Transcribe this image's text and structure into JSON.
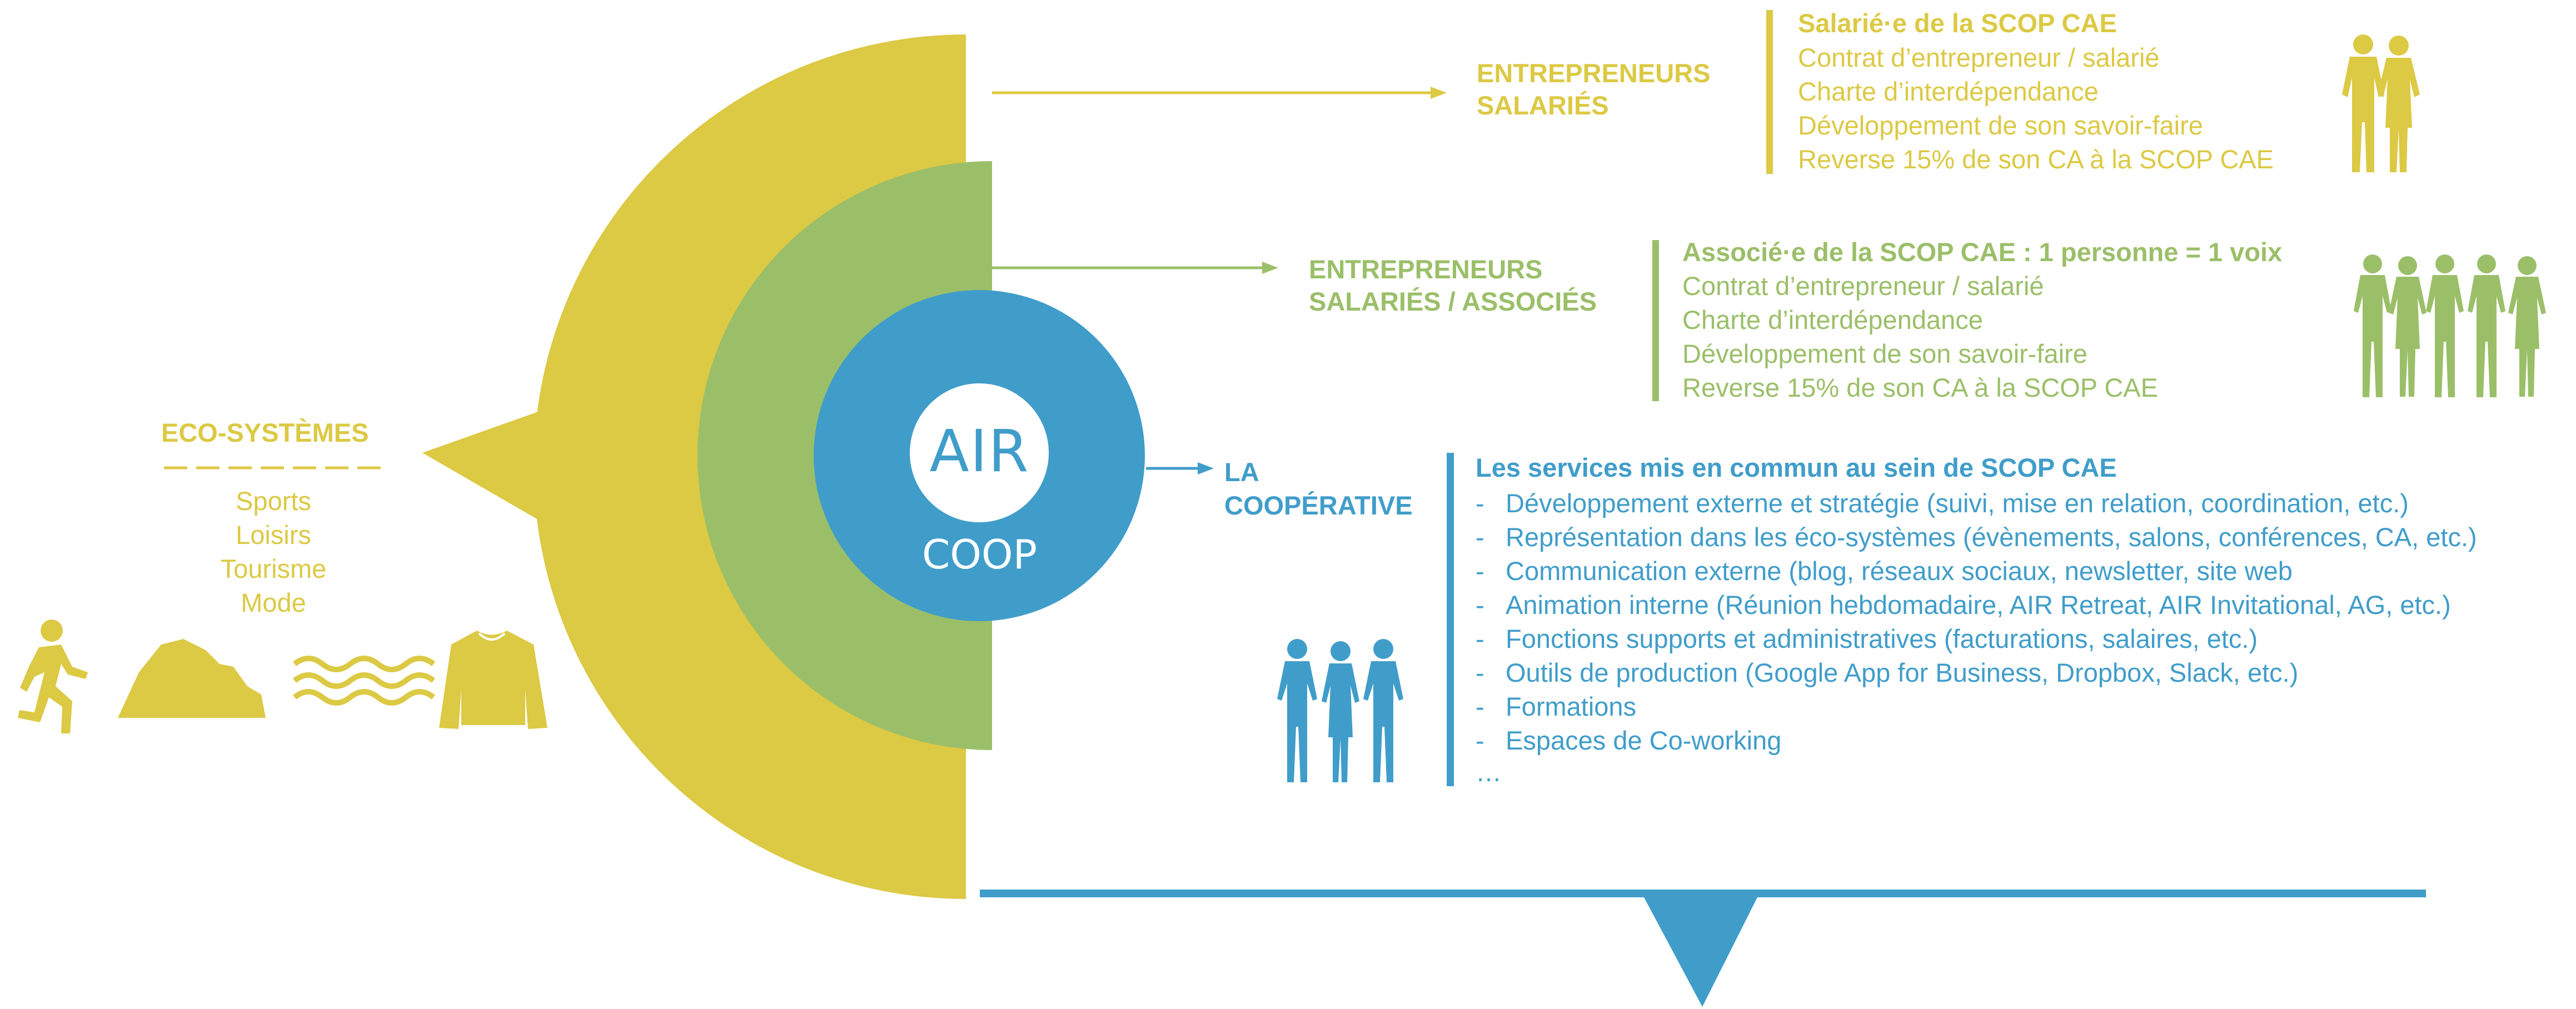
{
  "colors": {
    "yellow": "#DCC944",
    "green": "#9BBF69",
    "blue": "#409DCA"
  },
  "logo": {
    "top": "AIR",
    "bottom": "COOP"
  },
  "ecosystems": {
    "title": "ECO-SYSTÈMES",
    "items": [
      "Sports",
      "Loisirs",
      "Tourisme",
      "Mode"
    ],
    "icons": [
      "runner-icon",
      "mountain-icon",
      "waves-icon",
      "sweater-icon"
    ]
  },
  "employees": {
    "label_line1": "ENTREPRENEURS",
    "label_line2": "SALARIÉS",
    "heading": "Salarié·e de la SCOP CAE",
    "details": [
      "Contrat d’entrepreneur / salarié",
      "Charte d’interdépendance",
      "Développement de son savoir-faire",
      "Reverse 15% de son CA à la SCOP CAE"
    ],
    "icon": "people-pair-icon"
  },
  "associates": {
    "label_line1": "ENTREPRENEURS",
    "label_line2": "SALARIÉS / ASSOCIÉS",
    "heading": "Associé·e de la SCOP CAE : 1 personne = 1 voix",
    "details": [
      "Contrat d’entrepreneur / salarié",
      "Charte d’interdépendance",
      "Développement de son savoir-faire",
      "Reverse 15% de son CA à la SCOP CAE"
    ],
    "icon": "people-group-icon"
  },
  "cooperative": {
    "label_line1": "LA",
    "label_line2": "COOPÉRATIVE",
    "heading": "Les services mis en commun au sein de SCOP CAE",
    "dash": "-",
    "services": [
      "Développement externe et stratégie (suivi, mise en relation, coordination, etc.)",
      "Représentation dans les éco-systèmes (évènements, salons, conférences, CA, etc.)",
      "Communication externe (blog, réseaux sociaux, newsletter, site web",
      "Animation interne (Réunion hebdomadaire, AIR Retreat, AIR Invitational, AG, etc.)",
      "Fonctions supports et administratives (facturations, salaires, etc.)",
      "Outils de production (Google App for Business, Dropbox, Slack, etc.)",
      "Formations",
      "Espaces de Co-working"
    ],
    "ellipsis": "…",
    "icon": "people-trio-icon"
  }
}
